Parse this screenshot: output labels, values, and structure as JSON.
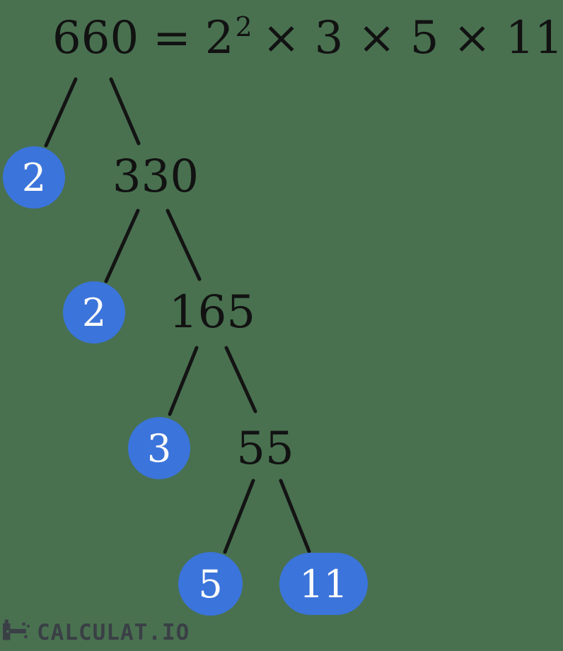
{
  "equation": {
    "value": "660",
    "equals": "=",
    "factor_base": "2",
    "factor_exponent": "2",
    "remaining_factors": "× 3 × 5 × 11"
  },
  "tree": {
    "root_value": "660",
    "branches": [
      {
        "prime": "2",
        "quotient": "330"
      },
      {
        "prime": "2",
        "quotient": "165"
      },
      {
        "prime": "3",
        "quotient": "55"
      },
      {
        "prime": "5",
        "quotient": "11"
      }
    ]
  },
  "logo": {
    "text": "CALCULAT.IO",
    "icon": "pixel-rocket-icon"
  },
  "colors": {
    "background": "#497150",
    "node_blue": "#3b74db",
    "node_text": "#fbfbfb",
    "ink": "#121212",
    "edge": "#141414",
    "logo": "#3a3f45"
  }
}
